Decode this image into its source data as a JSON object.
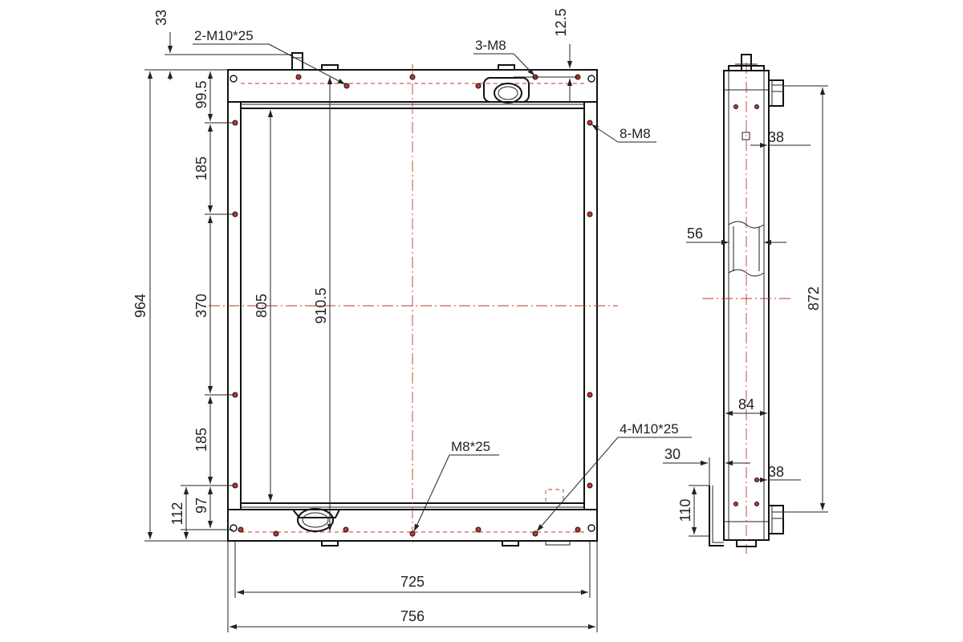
{
  "drawing": {
    "front_view": {
      "overall_width": "756",
      "core_width": "725",
      "overall_height": "964",
      "inner_height": "910.5",
      "core_height": "805",
      "top_offset": "33",
      "top_flange": "99.5",
      "top_callout_offset": "12.5",
      "bolt_spacing_upper": "185",
      "bolt_spacing_mid": "370",
      "bolt_spacing_lower": "185",
      "bottom_offset_a": "97",
      "bottom_offset_b": "112"
    },
    "side_view": {
      "mount_spacing": "872",
      "thickness": "84",
      "tank_depth": "56",
      "port_offset_upper": "38",
      "port_offset_lower": "38",
      "bracket_offset": "30",
      "bracket_height": "110"
    },
    "callouts": {
      "top_left_bolts": "2-M10*25",
      "top_right_bolts": "3-M8",
      "side_bolts": "8-M8",
      "bottom_center_bolt": "M8*25",
      "bottom_right_bolts": "4-M10*25"
    }
  }
}
